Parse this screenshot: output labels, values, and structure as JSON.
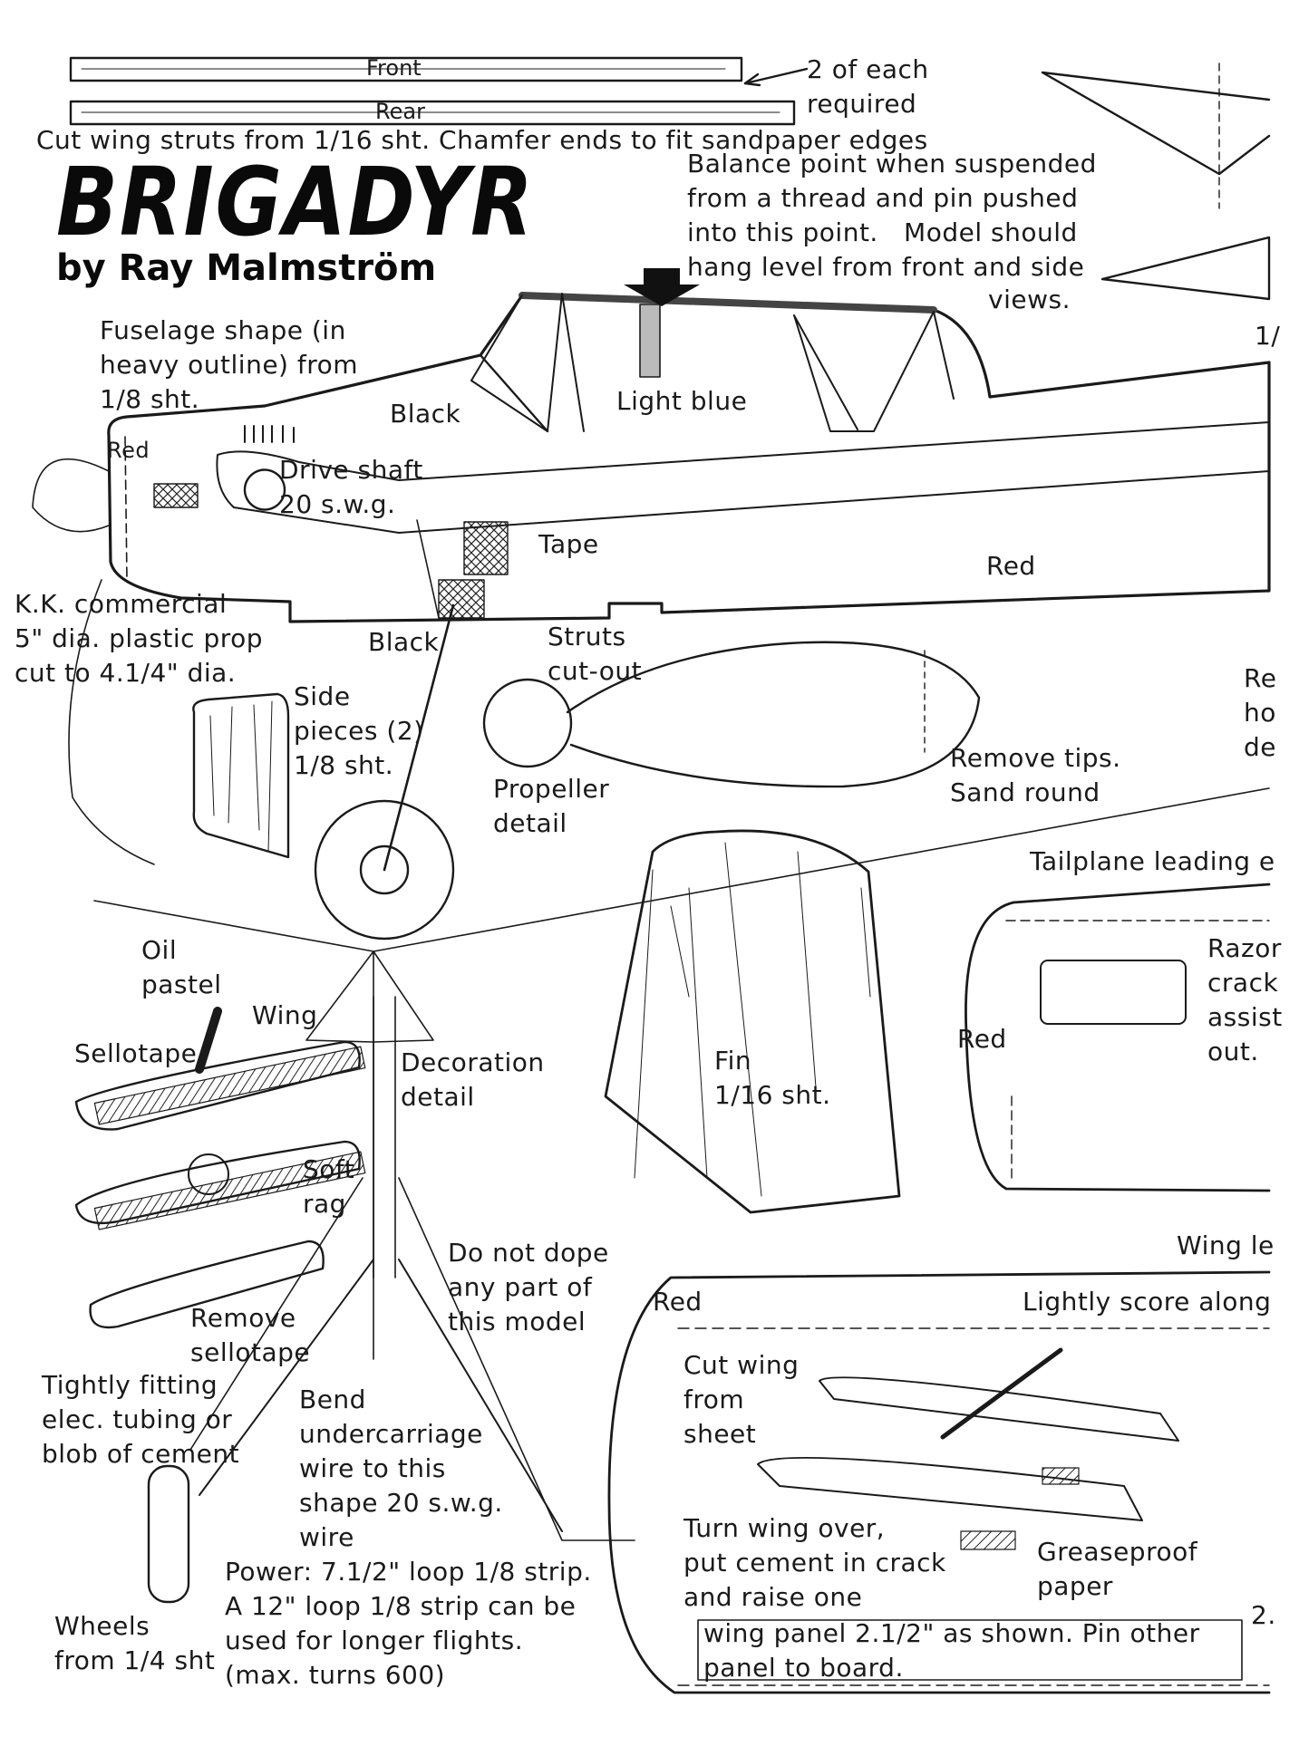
{
  "title": "BRIGADYR",
  "byline": "by Ray Malmström",
  "labels": {
    "front": "Front",
    "rear": "Rear",
    "two_each": "2 of each\nrequired",
    "cut_struts": "Cut wing struts from 1/16 sht. Chamfer ends to fit sandpaper edges",
    "balance": "Balance point when suspended\nfrom a thread and pin pushed\ninto this point.   Model should\nhang level from front and side",
    "views": "views.",
    "fuselage_shape": "Fuselage shape (in\nheavy outline) from\n1/8 sht.",
    "black_top": "Black",
    "light_blue": "Light blue",
    "red_nose": "Red",
    "drive_shaft": "Drive shaft\n20 s.w.g.",
    "tape": "Tape",
    "red_fuselage": "Red",
    "kk_prop": "K.K. commercial\n5\" dia. plastic prop\ncut to 4.1/4\" dia.",
    "black_bottom": "Black",
    "struts_cutout": "Struts\ncut-out",
    "side_pieces": "Side\npieces (2)\n1/8 sht.",
    "propeller_detail": "Propeller\ndetail",
    "remove_tips": "Remove tips.\nSand round",
    "right_edge_1": "Re\nho\nde",
    "tailplane_leading": "Tailplane leading e",
    "oil_pastel": "Oil\npastel",
    "wing": "Wing",
    "sellotape": "Sellotape",
    "decoration_detail": "Decoration\ndetail",
    "fin": "Fin\n1/16 sht.",
    "razor": "Razor\ncrack\nassist\nout.",
    "red_tail": "Red",
    "soft_rag": "Soft\nrag",
    "remove_sellotape": "Remove\nsellotape",
    "do_not_dope": "Do not dope\nany part of\nthis model",
    "wing_le": "Wing le",
    "tightly_fitting": "Tightly fitting\nelec. tubing or\nblob of cement",
    "bend_uc": "Bend\nundercarriage\nwire to this\nshape 20 s.w.g.\nwire",
    "red_wing": "Red",
    "lightly_score": "Lightly score along",
    "cut_wing": "Cut wing\nfrom\nsheet",
    "turn_wing": "Turn wing over,\nput cement in crack\nand raise one",
    "greaseproof": "Greaseproof\npaper",
    "wing_panel": "wing panel 2.1/2\" as shown. Pin other\npanel to board.",
    "power": "Power: 7.1/2\" loop 1/8 strip.\nA 12\" loop 1/8 strip can be\nused for longer flights.\n(max. turns 600)",
    "wheels": "Wheels\nfrom 1/4 sht",
    "edge_1": "1/",
    "edge_2": "2."
  }
}
